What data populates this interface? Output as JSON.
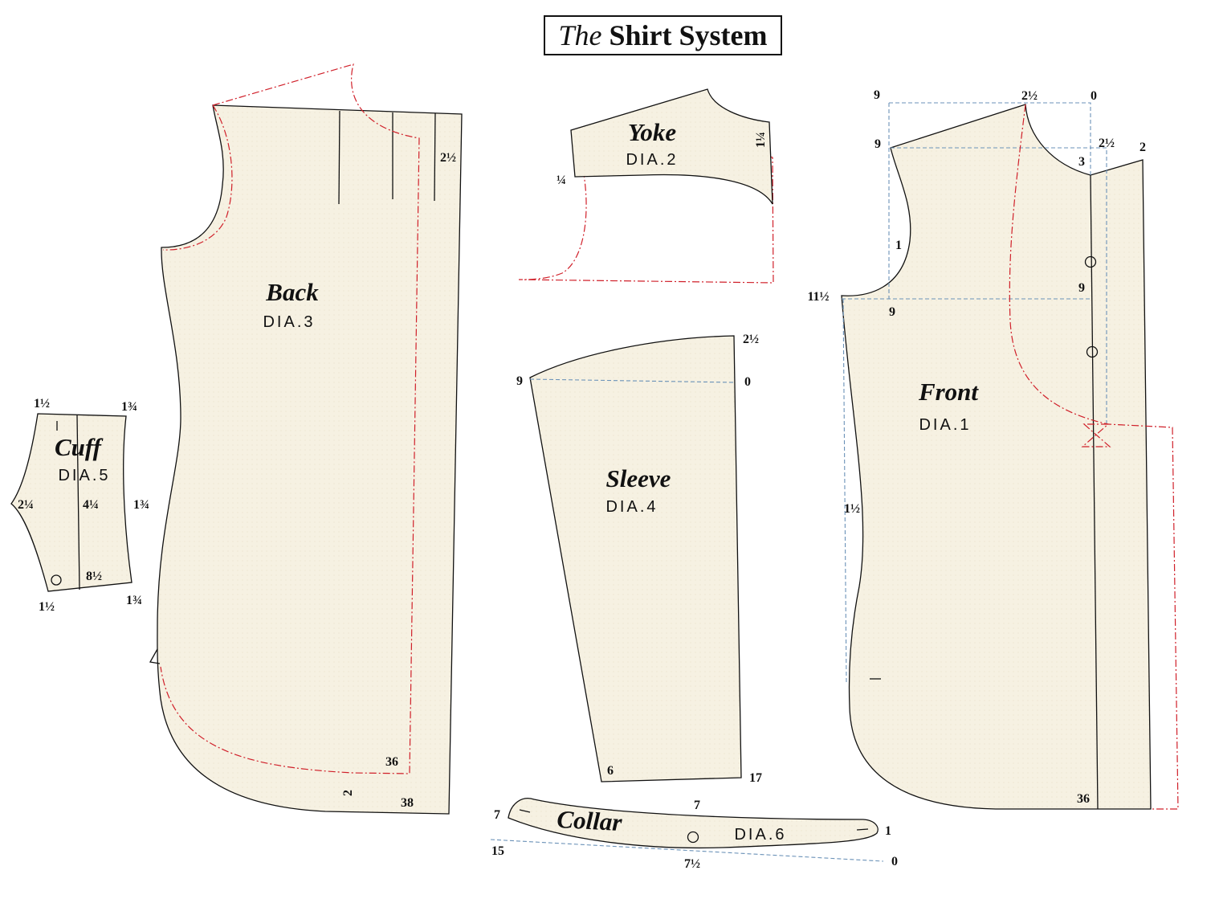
{
  "title": {
    "prefix": "The",
    "main": "Shirt System"
  },
  "colors": {
    "paper": "#f6f1e2",
    "outline": "#111111",
    "seam_allowance": "#d0202a",
    "guide_lines": "#6b92b8"
  },
  "pieces": {
    "back": {
      "name": "Back",
      "diagram": "DIA.3"
    },
    "yoke": {
      "name": "Yoke",
      "diagram": "DIA.2"
    },
    "sleeve": {
      "name": "Sleeve",
      "diagram": "DIA.4"
    },
    "front": {
      "name": "Front",
      "diagram": "DIA.1"
    },
    "cuff": {
      "name": "Cuff",
      "diagram": "DIA.5"
    },
    "collar": {
      "name": "Collar",
      "diagram": "DIA.6"
    }
  },
  "labels": {
    "back": {
      "pleat": "2½",
      "hem_36": "36",
      "side_2": "2",
      "hem_38": "38"
    },
    "yoke": {
      "side": "1¼",
      "neck": "¼"
    },
    "sleeve": {
      "top_right": "2½",
      "cap_left": "9",
      "cap_right": "0",
      "hem_left": "6",
      "hem_right": "17"
    },
    "front": {
      "top_9": "9",
      "top_2half": "2½",
      "top_0": "0",
      "shoulder_9": "9",
      "neck_2half": "2½",
      "placket_2": "2",
      "neck_3": "3",
      "armhole_1": "1",
      "chest_9": "9",
      "armhole_11half": "11½",
      "chest_9b": "9",
      "side_1half": "1½",
      "hem_36": "36"
    },
    "cuff": {
      "tl": "1½",
      "tr": "1¾",
      "left": "2¼",
      "mid": "4¼",
      "right": "1¾",
      "bottom_mid": "8½",
      "bl": "1½",
      "br": "1¾"
    },
    "collar": {
      "left_7": "7",
      "top_7": "7",
      "right_1": "1",
      "left_15": "15",
      "bottom_7half": "7½",
      "right_0": "0"
    }
  }
}
